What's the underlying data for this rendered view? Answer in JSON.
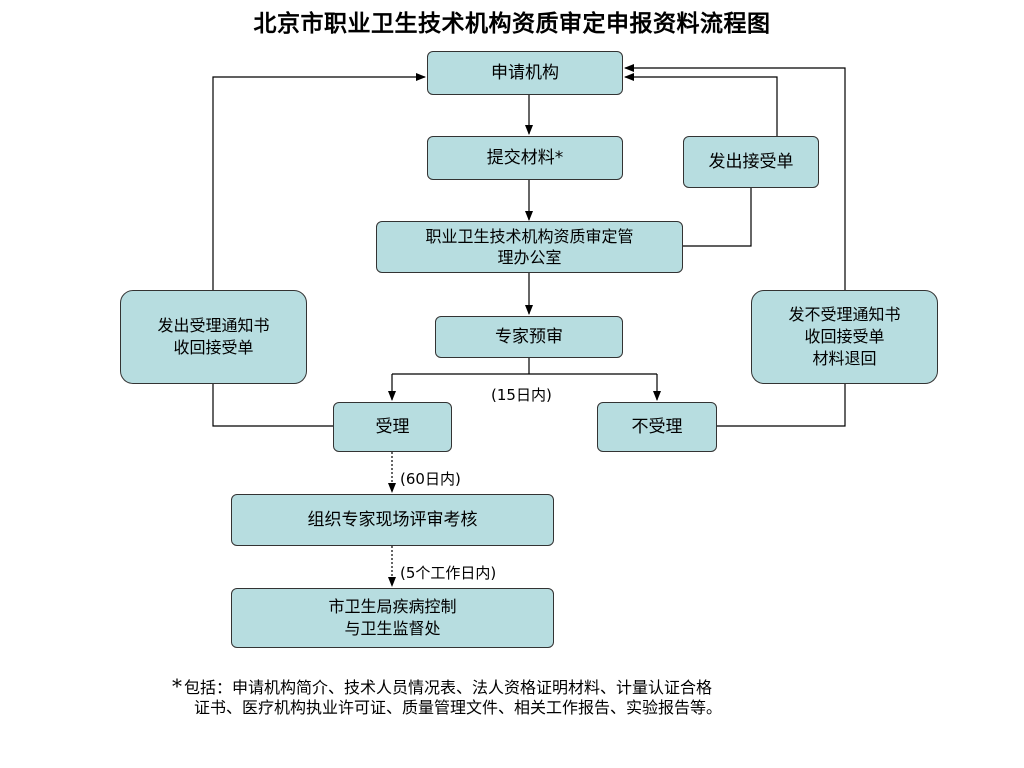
{
  "title": "北京市职业卫生技术机构资质审定申报资料流程图",
  "nodes": {
    "apply": "申请机构",
    "submit": "提交材料*",
    "issue_receipt": "发出接受单",
    "office": "职业卫生技术机构资质审定管\n理办公室",
    "expert_review": "专家预审",
    "accept_notice": "发出受理通知书\n收回接受单",
    "reject_notice": "发不受理通知书\n收回接受单\n材料退回",
    "accepted": "受理",
    "rejected": "不受理",
    "onsite_review": "组织专家现场评审考核",
    "bureau": "市卫生局疾病控制\n与卫生监督处"
  },
  "labels": {
    "days15": "(15日内)",
    "days60": "(60日内)",
    "days5": "(5个工作日内)"
  },
  "note": {
    "star": "*",
    "line1": "包括：申请机构简介、技术人员情况表、法人资格证明材料、计量认证合格",
    "line2": "证书、医疗机构执业许可证、质量管理文件、相关工作报告、实验报告等。"
  }
}
